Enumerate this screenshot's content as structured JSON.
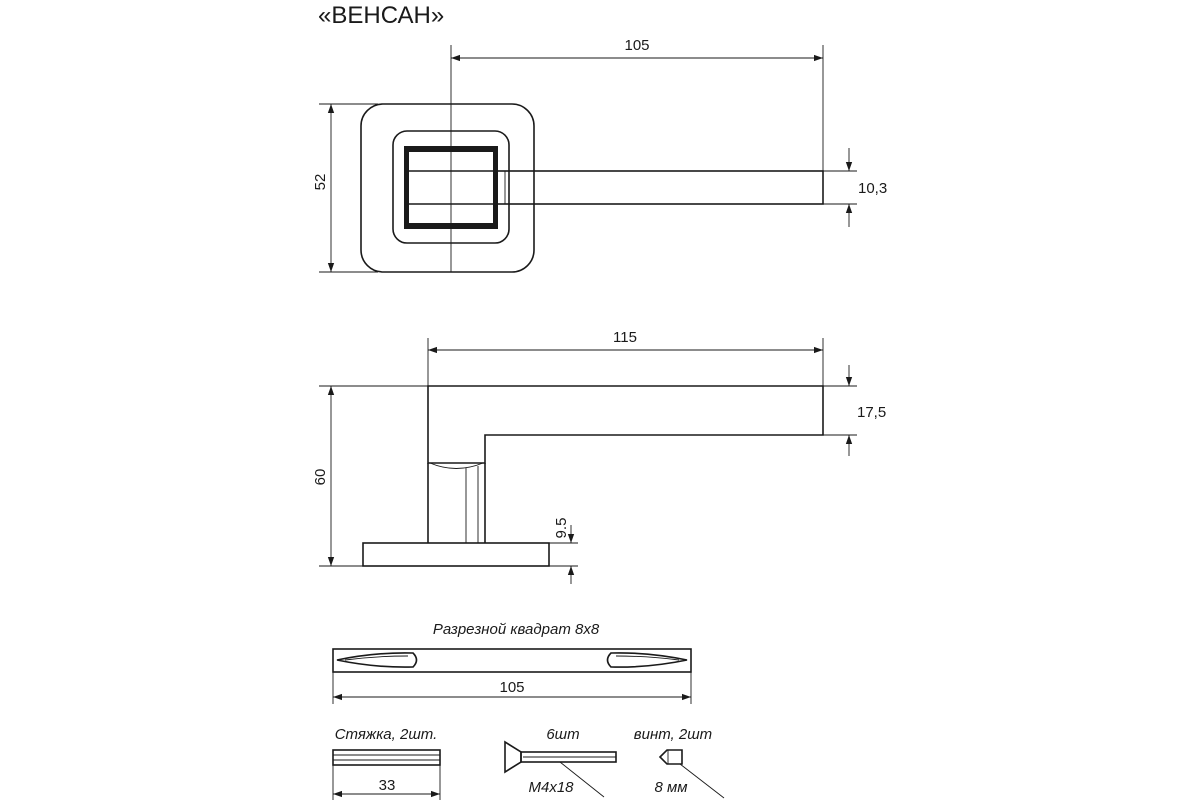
{
  "title": "«ВЕНСАН»",
  "top_view": {
    "width_label": "105",
    "height_label": "52",
    "lever_thickness_label": "10,3"
  },
  "side_view": {
    "length_label": "115",
    "height_label": "60",
    "lever_height_label": "17,5",
    "rosette_height_label": "9.5"
  },
  "spindle": {
    "caption": "Разрезной квадрат 8х8",
    "length_label": "105"
  },
  "accessories": {
    "stud_caption": "Стяжка, 2шт.",
    "stud_length_label": "33",
    "screw_caption": "6шт",
    "screw_size_label": "М4х18",
    "set_screw_caption": "винт, 2шт",
    "set_screw_size_label": "8 мм"
  }
}
